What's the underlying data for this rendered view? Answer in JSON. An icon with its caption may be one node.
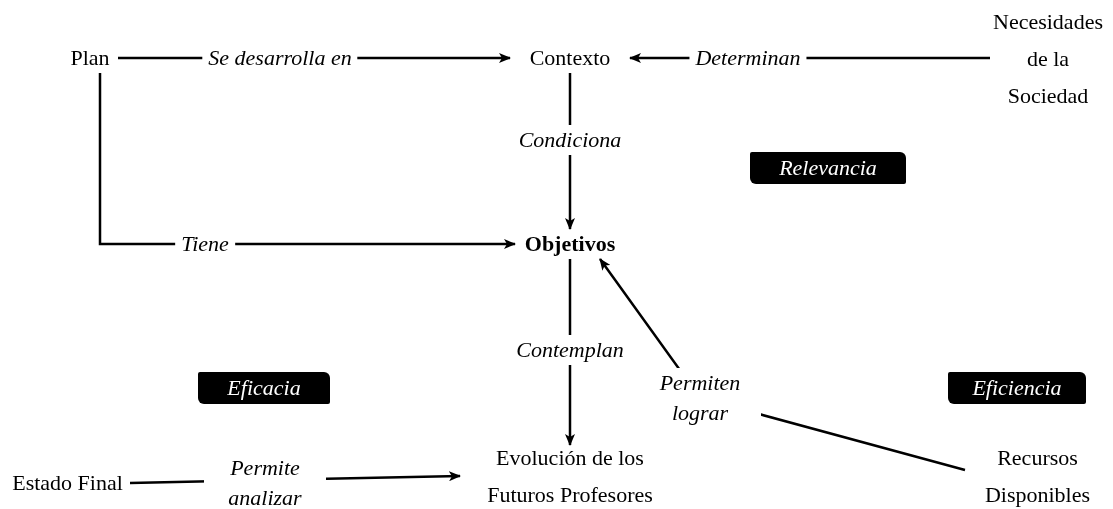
{
  "diagram": {
    "nodes": [
      {
        "text": [
          "Plan"
        ]
      },
      {
        "text": [
          "Contexto"
        ]
      },
      {
        "text": [
          "Necesidades de la Sociedad"
        ]
      },
      {
        "text": [
          "Relevancia"
        ]
      },
      {
        "text": [
          "Objetivos"
        ]
      },
      {
        "text": [
          "Eficacia"
        ]
      },
      {
        "text": [
          "Eficiencia"
        ]
      },
      {
        "text": [
          "Estado Final"
        ]
      },
      {
        "text": [
          "Evolución de los Futuros Profesores"
        ]
      },
      {
        "text": [
          "Recursos Disponibles"
        ]
      }
    ],
    "edges": [
      {
        "from": 0,
        "to": 1,
        "arrow": "to",
        "label": "Se desarrolla en"
      },
      {
        "from": 2,
        "to": 1,
        "arrow": "to",
        "label": "Determinan"
      },
      {
        "from": 1,
        "to": 4,
        "arrow": "to",
        "label": "Condiciona"
      },
      {
        "from": 0,
        "to": 4,
        "arrow": "to",
        "label": "Tiene"
      },
      {
        "from": 4,
        "to": 8,
        "arrow": "to",
        "label": "Contemplan"
      },
      {
        "from": 9,
        "to": 4,
        "arrow": "to",
        "label": "Permiten lograr"
      },
      {
        "from": 7,
        "to": 8,
        "arrow": "to",
        "label": "Permite analizar"
      }
    ]
  }
}
